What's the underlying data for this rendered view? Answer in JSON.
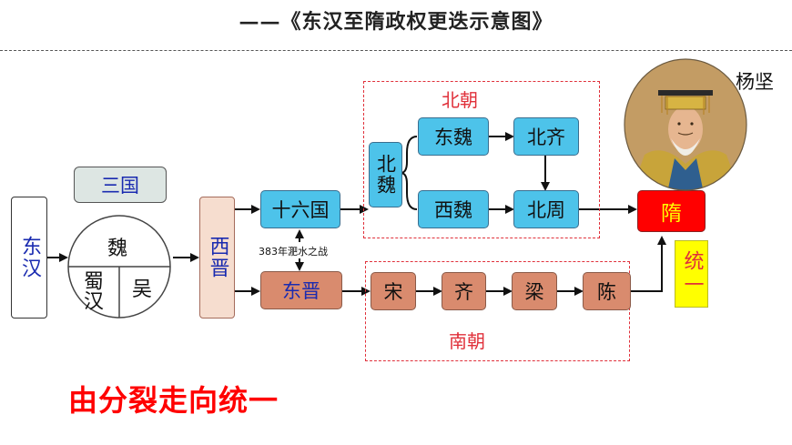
{
  "title": "——《东汉至隋政权更迭示意图》",
  "nodes": {
    "donghan": "东汉",
    "sanguo": "三国",
    "wei": "魏",
    "shuhan": "蜀汉",
    "wu": "吴",
    "xijin": "西晋",
    "shiliuguo": "十六国",
    "dongjin": "东晋",
    "beiwei": "北魏",
    "dongwei": "东魏",
    "xiwei": "西魏",
    "beiqi": "北齐",
    "beizhou": "北周",
    "song": "宋",
    "qi": "齐",
    "liang": "梁",
    "chen": "陈",
    "sui": "隋",
    "tongyi": "统一"
  },
  "labels": {
    "beichao": "北朝",
    "nanchao": "南朝",
    "feishui": "383年淝水之战",
    "yangjian": "杨坚"
  },
  "slogan": "由分裂走向统一",
  "colors": {
    "blue_box": "#4dc3ea",
    "salmon_box": "#d98b6e",
    "red": "#e0303a",
    "sui_bg": "#ff0000",
    "sui_text": "#ffff00",
    "tongyi_bg": "#ffff00",
    "tongyi_text": "#e0303a",
    "navy_text": "#1a2bb0"
  },
  "icons": [
    "emperor-portrait-icon"
  ]
}
